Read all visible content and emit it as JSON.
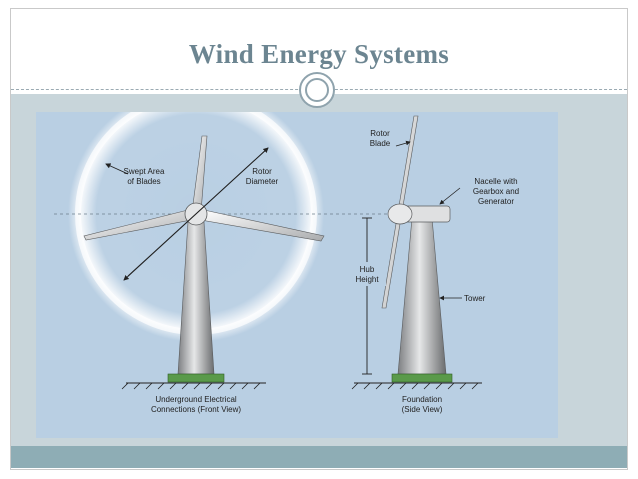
{
  "slide": {
    "title": "Wind Energy Systems"
  },
  "diagram": {
    "labels": {
      "swept_area": [
        "Swept Area",
        "of Blades"
      ],
      "rotor_diameter": [
        "Rotor",
        "Diameter"
      ],
      "rotor_blade": [
        "Rotor",
        "Blade"
      ],
      "nacelle": [
        "Nacelle with",
        "Gearbox and",
        "Generator"
      ],
      "hub_height": [
        "Hub",
        "Height"
      ],
      "tower": "Tower",
      "underground": [
        "Underground Electrical",
        "Connections (Front View)"
      ],
      "foundation": [
        "Foundation",
        "(Side View)"
      ]
    }
  },
  "colors": {
    "title": "#6c8591",
    "band": "#c8d5da",
    "bottom_bar": "#8eadb5",
    "diagram_bg": "#b9cfe3",
    "foundation": "#5a9a4a"
  }
}
